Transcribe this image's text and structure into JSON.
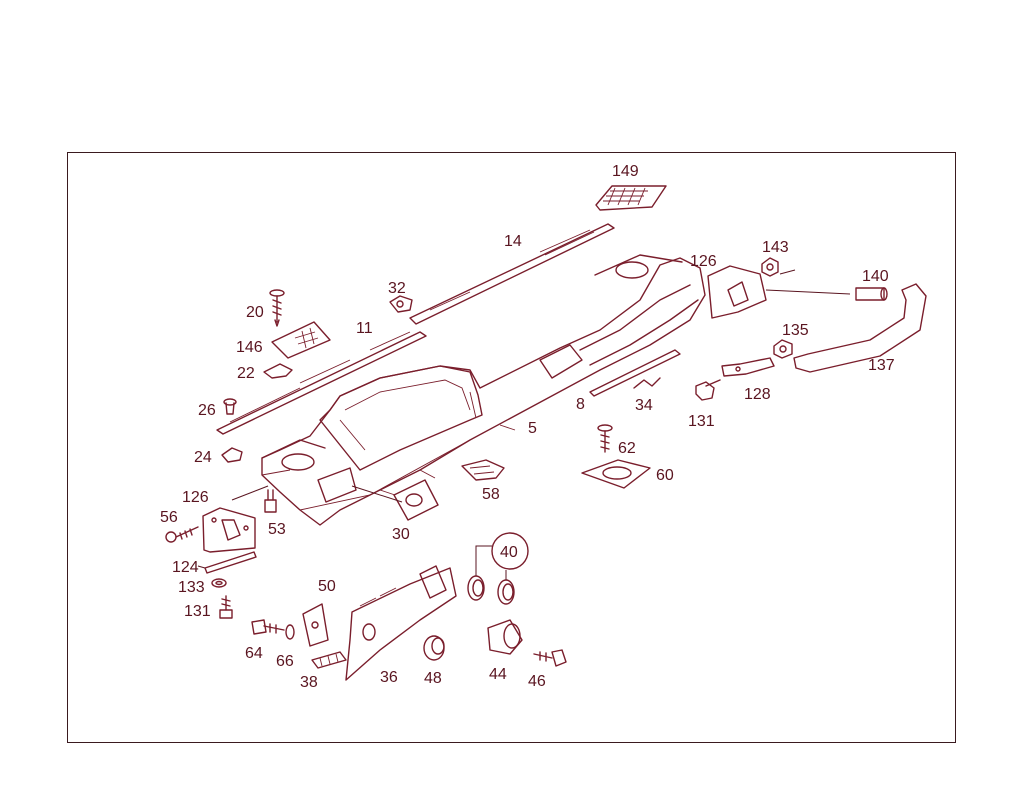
{
  "callouts": {
    "c149": "149",
    "c14": "14",
    "c126a": "126",
    "c143": "143",
    "c140": "140",
    "c32": "32",
    "c20": "20",
    "c11": "11",
    "c146": "146",
    "c135": "135",
    "c137": "137",
    "c22": "22",
    "c128": "128",
    "c8": "8",
    "c34": "34",
    "c26": "26",
    "c131a": "131",
    "c5": "5",
    "c62": "62",
    "c24": "24",
    "c60": "60",
    "c58": "58",
    "c126b": "126",
    "c56": "56",
    "c53": "53",
    "c30": "30",
    "c40": "40",
    "c124": "124",
    "c133": "133",
    "c50": "50",
    "c131b": "131",
    "c64": "64",
    "c66": "66",
    "c38": "38",
    "c36": "36",
    "c48": "48",
    "c44": "44",
    "c46": "46"
  },
  "colors": {
    "line": "#7a1e2c",
    "text": "#5a1520",
    "frame": "#3a1a1f",
    "background": "#ffffff"
  }
}
